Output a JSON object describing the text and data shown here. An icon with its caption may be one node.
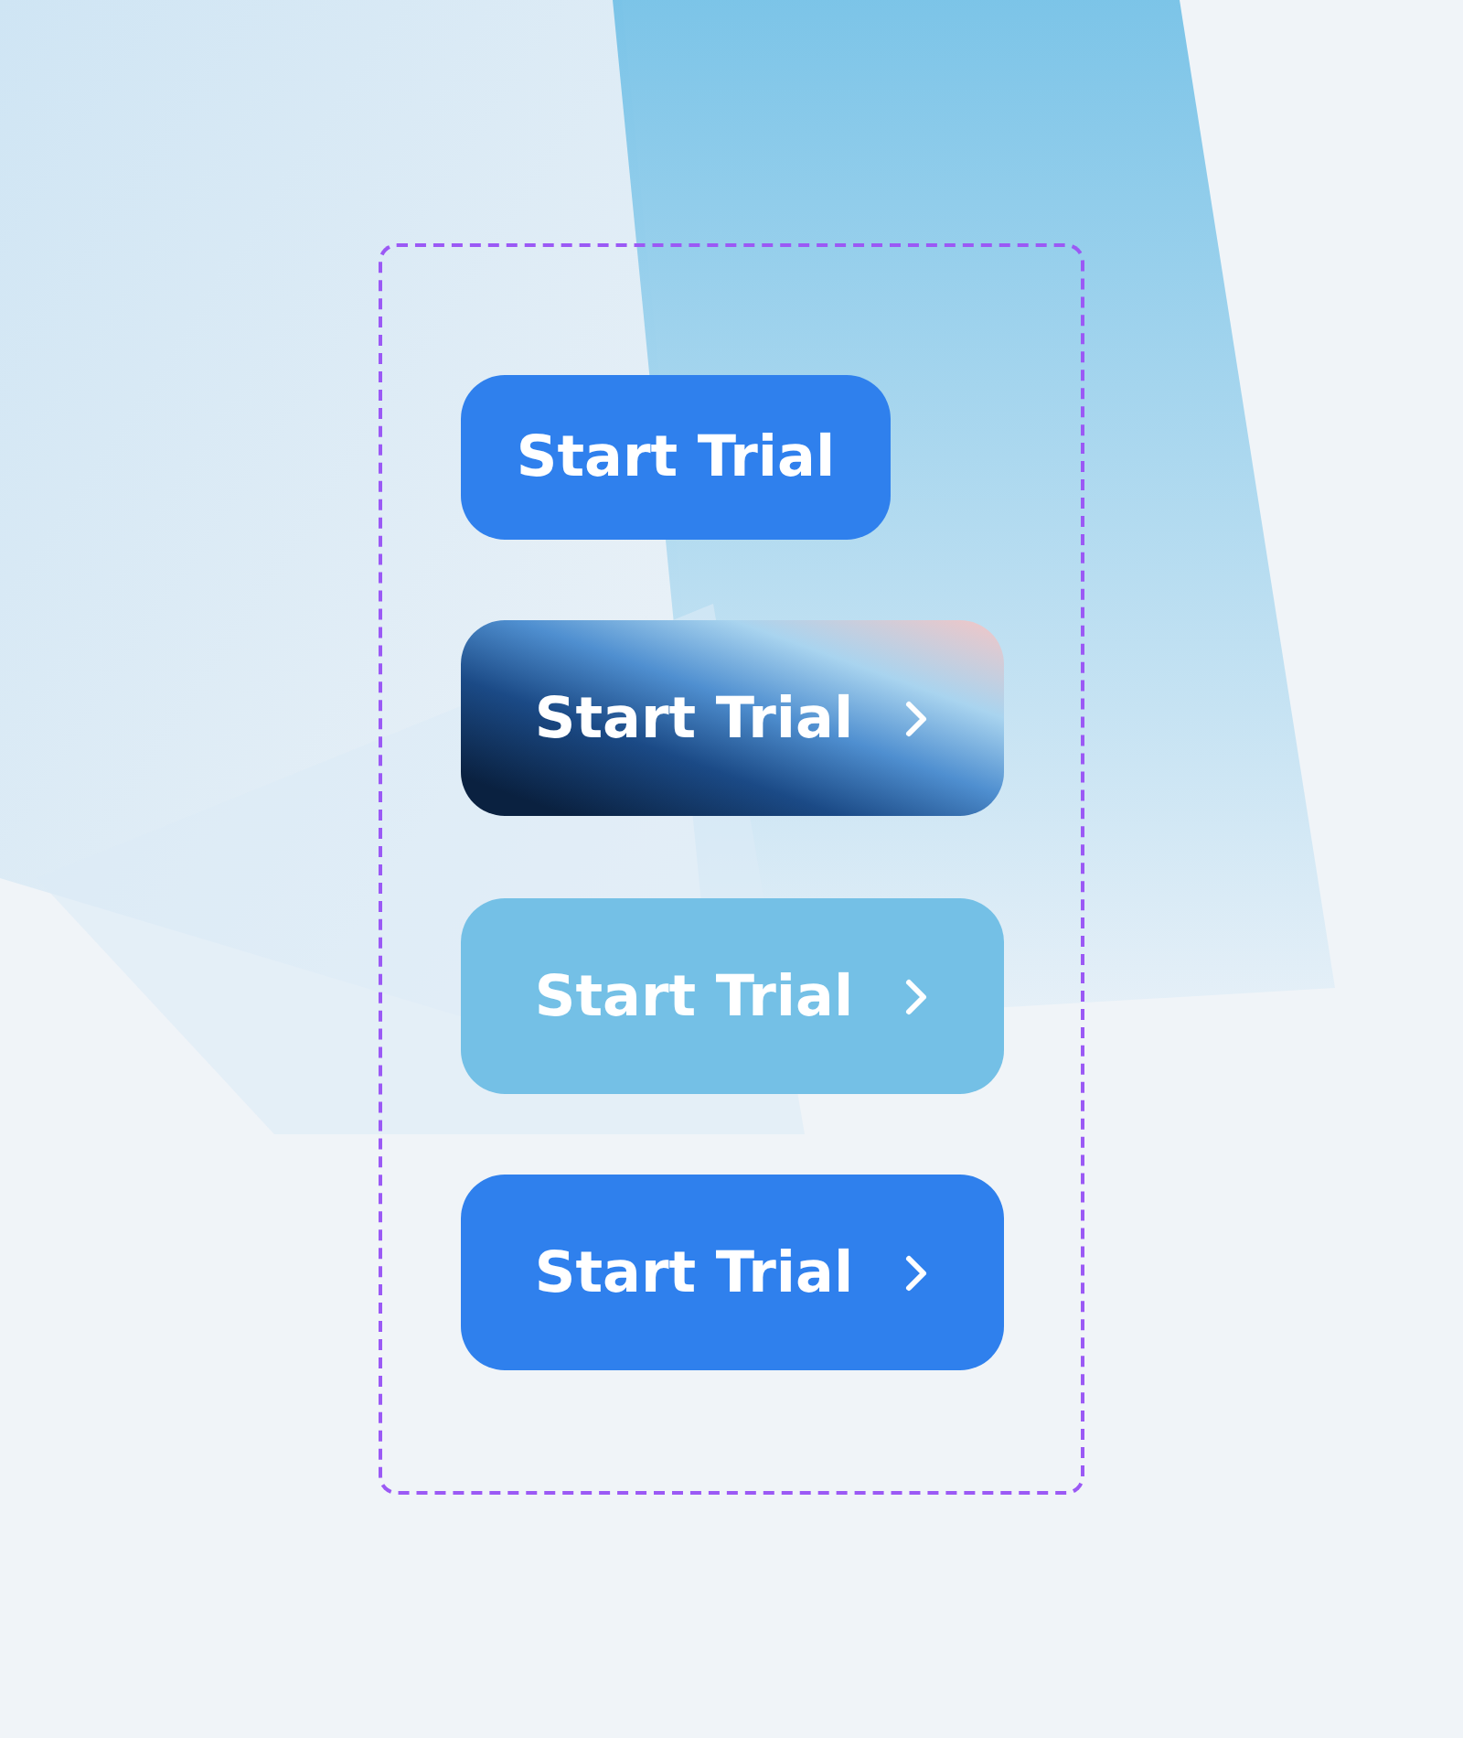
{
  "diagram": {
    "nodes": [
      {
        "text": [],
        "shape": "box"
      },
      {
        "text": [
          "Start Trial"
        ],
        "in": 0
      },
      {
        "text": [
          "Start Trial"
        ],
        "in": 0
      },
      {
        "text": [
          "Start Trial"
        ],
        "in": 0
      },
      {
        "text": [
          "Start Trial"
        ],
        "in": 0
      }
    ]
  }
}
